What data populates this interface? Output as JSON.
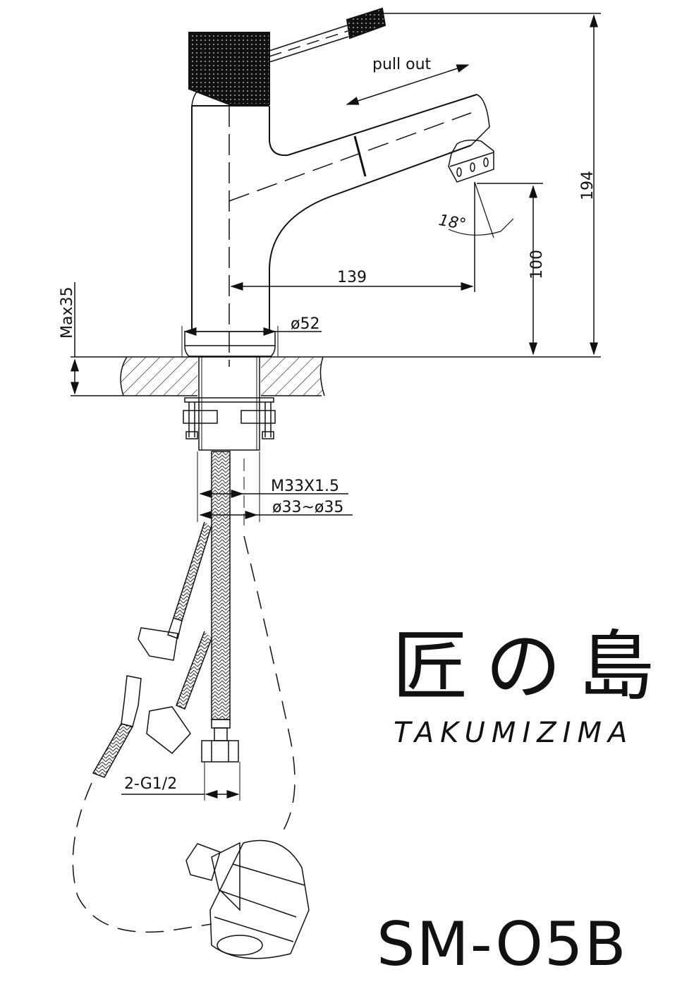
{
  "drawing": {
    "type": "faucet technical drawing",
    "annotations": {
      "pull_out": "pull out",
      "height_total": "194",
      "spout_height": "100",
      "spout_reach": "139",
      "spray_angle": "18°",
      "base_diameter": "ø52",
      "max_deck_thickness": "Max35",
      "thread": "M33X1.5",
      "hole_diameter": "ø33~ø35",
      "hose_connection": "2-G1/2"
    }
  },
  "brand": {
    "japanese": "匠の島",
    "romaji": "TAKUMIZIMA"
  },
  "model": "SM-O5B"
}
